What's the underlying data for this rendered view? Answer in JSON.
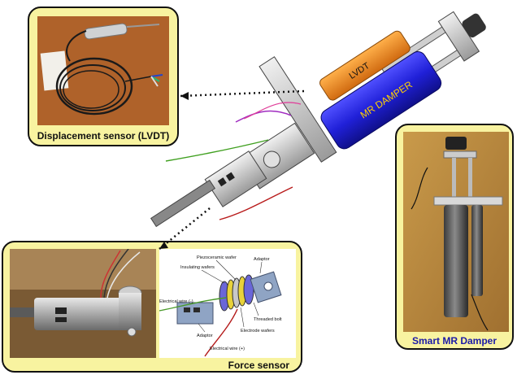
{
  "panels": {
    "lvdt_photo": {
      "caption": "Displacement sensor (LVDT)"
    },
    "force_photo": {
      "caption": "Force sensor"
    },
    "damper_photo": {
      "caption": "Smart MR Damper"
    }
  },
  "assembly": {
    "lvdt_label": "LVDT",
    "damper_label": "MR DAMPER"
  },
  "force_sensor_diagram": {
    "labels": {
      "piezoceramic_wafer": "Piezoceramic wafer",
      "adaptor_top": "Adaptor",
      "insulating_wafers": "Insulating wafers",
      "electrical_wire_neg": "Electrical wire (-)",
      "threaded_bolt": "Threaded bolt",
      "adaptor_bottom": "Adaptor",
      "electrode_wafers": "Electrode wafers",
      "electrical_wire_pos": "Electrical wire (+)"
    }
  },
  "colors": {
    "panel_fill": "#f8f3a0",
    "lvdt_orange": "#f0901e",
    "damper_blue": "#2a2ae0",
    "caption_blue": "#1a1aa8",
    "metal": "#c8c8c8"
  }
}
